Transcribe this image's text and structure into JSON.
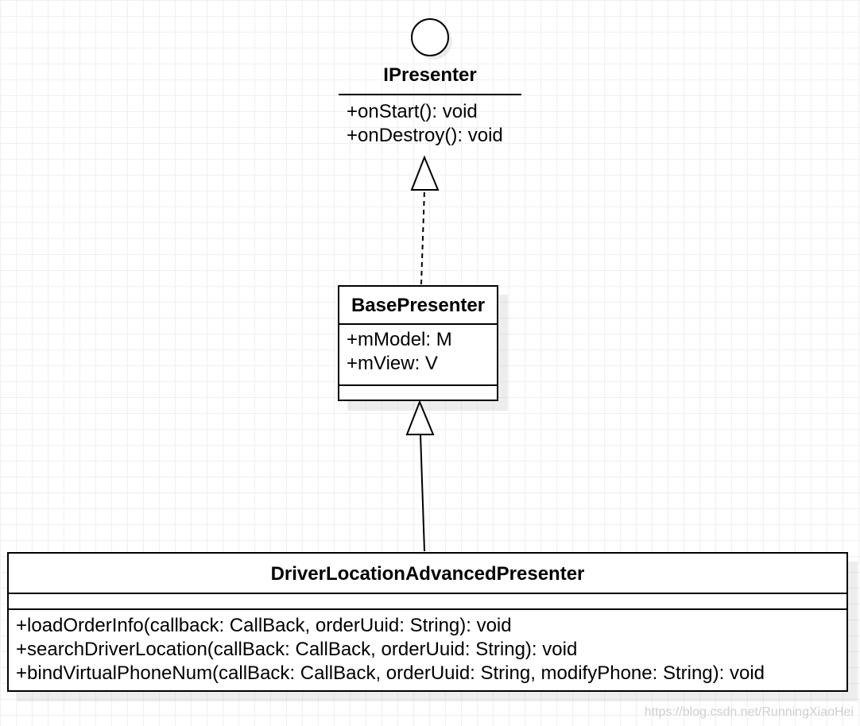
{
  "interface": {
    "name": "IPresenter",
    "methods": [
      "+onStart(): void",
      "+onDestroy(): void"
    ]
  },
  "base_class": {
    "name": "BasePresenter",
    "attributes": [
      "+mModel: M",
      "+mView: V"
    ]
  },
  "derived_class": {
    "name": "DriverLocationAdvancedPresenter",
    "methods": [
      "+loadOrderInfo(callback: CallBack, orderUuid: String): void",
      "+searchDriverLocation(callBack: CallBack, orderUuid: String): void",
      "+bindVirtualPhoneNum(callBack: CallBack, orderUuid: String, modifyPhone: String): void"
    ]
  },
  "relations": [
    {
      "from": "BasePresenter",
      "to": "IPresenter",
      "type": "realization"
    },
    {
      "from": "DriverLocationAdvancedPresenter",
      "to": "BasePresenter",
      "type": "generalization"
    }
  ],
  "watermark": "https://blog.csdn.net/RunningXiaoHei"
}
